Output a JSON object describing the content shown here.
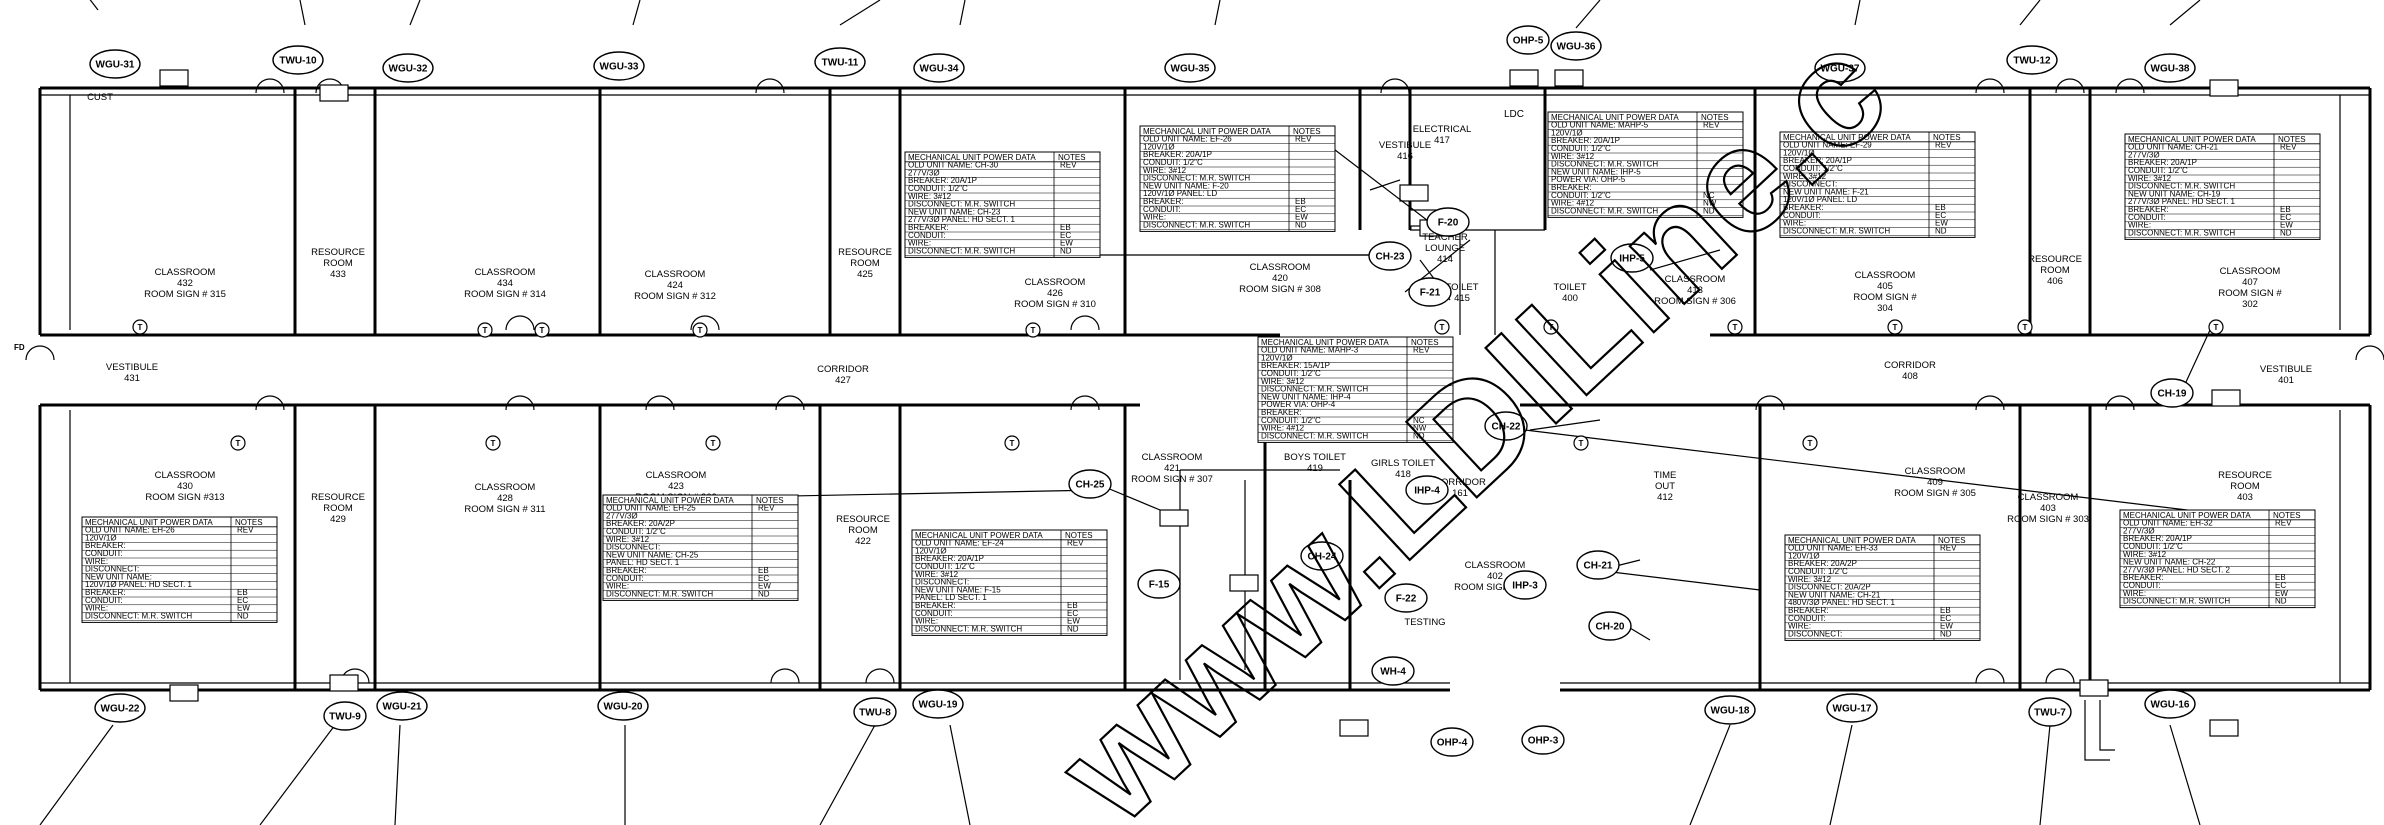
{
  "tags": [
    {
      "id": "WGU-31",
      "label": "WGU-31"
    },
    {
      "id": "TWU-10",
      "label": "TWU-10"
    },
    {
      "id": "WGU-32",
      "label": "WGU-32"
    },
    {
      "id": "WGU-33",
      "label": "WGU-33"
    },
    {
      "id": "TWU-11",
      "label": "TWU-11"
    },
    {
      "id": "WGU-34",
      "label": "WGU-34"
    },
    {
      "id": "WGU-35",
      "label": "WGU-35"
    },
    {
      "id": "OHP-5",
      "label": "OHP-5"
    },
    {
      "id": "WGU-36",
      "label": "WGU-36"
    },
    {
      "id": "WGU-37",
      "label": "WGU-37"
    },
    {
      "id": "TWU-12",
      "label": "TWU-12"
    },
    {
      "id": "WGU-38",
      "label": "WGU-38"
    },
    {
      "id": "WGU-22",
      "label": "WGU-22"
    },
    {
      "id": "TWU-9",
      "label": "TWU-9"
    },
    {
      "id": "WGU-21",
      "label": "WGU-21"
    },
    {
      "id": "WGU-20",
      "label": "WGU-20"
    },
    {
      "id": "TWU-8",
      "label": "TWU-8"
    },
    {
      "id": "WGU-19",
      "label": "WGU-19"
    },
    {
      "id": "WGU-18",
      "label": "WGU-18"
    },
    {
      "id": "WGU-17",
      "label": "WGU-17"
    },
    {
      "id": "TWU-7",
      "label": "TWU-7"
    },
    {
      "id": "WGU-16",
      "label": "WGU-16"
    },
    {
      "id": "CH-23",
      "label": "CH-23"
    },
    {
      "id": "F-20",
      "label": "F-20"
    },
    {
      "id": "F-21",
      "label": "F-21"
    },
    {
      "id": "IHP-5",
      "label": "IHP-5"
    },
    {
      "id": "CH-22",
      "label": "CH-22"
    },
    {
      "id": "IHP-4",
      "label": "IHP-4"
    },
    {
      "id": "CH-25",
      "label": "CH-25"
    },
    {
      "id": "CH-24",
      "label": "CH-24"
    },
    {
      "id": "F-15",
      "label": "F-15"
    },
    {
      "id": "F-22",
      "label": "F-22"
    },
    {
      "id": "IHP-3",
      "label": "IHP-3"
    },
    {
      "id": "CH-21",
      "label": "CH-21"
    },
    {
      "id": "CH-20",
      "label": "CH-20"
    },
    {
      "id": "WH-4",
      "label": "WH-4"
    },
    {
      "id": "OHP-4",
      "label": "OHP-4"
    },
    {
      "id": "OHP-3",
      "label": "OHP-3"
    },
    {
      "id": "CH-19",
      "label": "CH-19"
    }
  ],
  "rooms": [
    {
      "lines": [
        "CLASSROOM",
        "432",
        "ROOM SIGN # 315"
      ]
    },
    {
      "lines": [
        "RESOURCE",
        "ROOM",
        "433"
      ]
    },
    {
      "lines": [
        "CLASSROOM",
        "434",
        "ROOM SIGN # 314"
      ]
    },
    {
      "lines": [
        "CLASSROOM",
        "424",
        "ROOM SIGN # 312"
      ]
    },
    {
      "lines": [
        "RESOURCE",
        "ROOM",
        "425"
      ]
    },
    {
      "lines": [
        "CLASSROOM",
        "426",
        "ROOM SIGN # 310"
      ]
    },
    {
      "lines": [
        "CLASSROOM",
        "420",
        "ROOM SIGN # 308"
      ]
    },
    {
      "lines": [
        "VESTIBULE",
        "416"
      ]
    },
    {
      "lines": [
        "ELECTRICAL",
        "417"
      ]
    },
    {
      "lines": [
        "TEACHER",
        "LOUNGE",
        "414"
      ]
    },
    {
      "lines": [
        "TOILET",
        "415"
      ]
    },
    {
      "lines": [
        "TOILET",
        "400"
      ]
    },
    {
      "lines": [
        "CLASSROOM",
        "413",
        "ROOM SIGN # 306"
      ]
    },
    {
      "lines": [
        "CLASSROOM",
        "405",
        "ROOM SIGN #",
        "304"
      ]
    },
    {
      "lines": [
        "RESOURCE",
        "ROOM",
        "406"
      ]
    },
    {
      "lines": [
        "CLASSROOM",
        "407",
        "ROOM SIGN #",
        "302"
      ]
    },
    {
      "lines": [
        "VESTIBULE",
        "431"
      ]
    },
    {
      "lines": [
        "CORRIDOR",
        "427"
      ]
    },
    {
      "lines": [
        "CORRIDOR",
        "408"
      ]
    },
    {
      "lines": [
        "VESTIBULE",
        "401"
      ]
    },
    {
      "lines": [
        "CLASSROOM",
        "430",
        "ROOM SIGN #313"
      ]
    },
    {
      "lines": [
        "RESOURCE",
        "ROOM",
        "429"
      ]
    },
    {
      "lines": [
        "CLASSROOM",
        "428",
        "ROOM SIGN # 311"
      ]
    },
    {
      "lines": [
        "CLASSROOM",
        "423",
        "ROOM SIGN # 309"
      ]
    },
    {
      "lines": [
        "RESOURCE",
        "ROOM",
        "422"
      ]
    },
    {
      "lines": [
        "CLASSROOM",
        "421",
        "ROOM SIGN # 307"
      ]
    },
    {
      "lines": [
        "BOYS TOILET",
        "419"
      ]
    },
    {
      "lines": [
        "GIRLS TOILET",
        "418"
      ]
    },
    {
      "lines": [
        "CORRIDOR",
        "161"
      ]
    },
    {
      "lines": [
        "TIME",
        "OUT",
        "412"
      ]
    },
    {
      "lines": [
        "CLASSROOM",
        "409",
        "ROOM SIGN # 305"
      ]
    },
    {
      "lines": [
        "CLASSROOM",
        "403",
        "ROOM SIGN # 303"
      ]
    },
    {
      "lines": [
        "RESOURCE",
        "ROOM",
        "403"
      ]
    },
    {
      "lines": [
        "CLASSROOM",
        "402",
        "ROOM SIGN # 301"
      ]
    },
    {
      "lines": [
        "TESTING"
      ]
    },
    {
      "lines": [
        "CUST"
      ]
    }
  ],
  "schedules": [
    {
      "title": "MECHANICAL UNIT POWER DATA",
      "notes": "NOTES",
      "rows": [
        [
          "OLD UNIT NAME: CH-30",
          "REV"
        ],
        [
          "277V/3Ø",
          ""
        ],
        [
          "BREAKER: 20A/1P",
          ""
        ],
        [
          "CONDUIT: 1/2\"C",
          ""
        ],
        [
          "WIRE: 3#12",
          ""
        ],
        [
          "DISCONNECT: M.R. SWITCH",
          ""
        ],
        [
          "NEW UNIT NAME: CH-23",
          ""
        ],
        [
          "277V/3Ø PANEL: HD SECT. 1",
          ""
        ],
        [
          "BREAKER:",
          "EB"
        ],
        [
          "CONDUIT:",
          "EC"
        ],
        [
          "WIRE:",
          "EW"
        ],
        [
          "DISCONNECT: M.R. SWITCH",
          "ND"
        ]
      ]
    },
    {
      "title": "MECHANICAL UNIT POWER DATA",
      "notes": "NOTES",
      "rows": [
        [
          "OLD UNIT NAME: EF-26",
          "REV"
        ],
        [
          "120V/1Ø",
          ""
        ],
        [
          "BREAKER: 20A/1P",
          ""
        ],
        [
          "CONDUIT: 1/2\"C",
          ""
        ],
        [
          "WIRE: 3#12",
          ""
        ],
        [
          "DISCONNECT: M.R. SWITCH",
          ""
        ],
        [
          "NEW UNIT NAME: F-20",
          ""
        ],
        [
          "120V/1Ø PANEL: LD",
          ""
        ],
        [
          "BREAKER:",
          "EB"
        ],
        [
          "CONDUIT:",
          "EC"
        ],
        [
          "WIRE:",
          "EW"
        ],
        [
          "DISCONNECT: M.R. SWITCH",
          "ND"
        ]
      ]
    },
    {
      "title": "MECHANICAL UNIT POWER DATA",
      "notes": "NOTES",
      "rows": [
        [
          "OLD UNIT NAME: MAHP-5",
          "REV"
        ],
        [
          "120V/1Ø",
          ""
        ],
        [
          "BREAKER: 20A/1P",
          ""
        ],
        [
          "CONDUIT: 1/2\"C",
          ""
        ],
        [
          "WIRE: 3#12",
          ""
        ],
        [
          "DISCONNECT: M.R. SWITCH",
          ""
        ],
        [
          "NEW UNIT NAME: IHP-5",
          ""
        ],
        [
          "POWER VIA: OHP-5",
          ""
        ],
        [
          "BREAKER:",
          ""
        ],
        [
          "CONDUIT: 1/2\"C",
          "NC"
        ],
        [
          "WIRE: 4#12",
          "NW"
        ],
        [
          "DISCONNECT: M.R. SWITCH",
          "ND"
        ]
      ]
    },
    {
      "title": "MECHANICAL UNIT POWER DATA",
      "notes": "NOTES",
      "rows": [
        [
          "OLD UNIT NAME: EF-29",
          "REV"
        ],
        [
          "120V/1Ø",
          ""
        ],
        [
          "BREAKER: 20A/1P",
          ""
        ],
        [
          "CONDUIT: 1/2\"C",
          ""
        ],
        [
          "WIRE: 3#12",
          ""
        ],
        [
          "DISCONNECT:",
          ""
        ],
        [
          "NEW UNIT NAME: F-21",
          ""
        ],
        [
          "120V/1Ø PANEL: LD",
          ""
        ],
        [
          "BREAKER:",
          "EB"
        ],
        [
          "CONDUIT:",
          "EC"
        ],
        [
          "WIRE:",
          "EW"
        ],
        [
          "DISCONNECT: M.R. SWITCH",
          "ND"
        ]
      ]
    },
    {
      "title": "MECHANICAL UNIT POWER DATA",
      "notes": "NOTES",
      "rows": [
        [
          "OLD UNIT NAME: CH-21",
          "REV"
        ],
        [
          "277V/3Ø",
          ""
        ],
        [
          "BREAKER: 20A/1P",
          ""
        ],
        [
          "CONDUIT: 1/2\"C",
          ""
        ],
        [
          "WIRE: 3#12",
          ""
        ],
        [
          "DISCONNECT: M.R. SWITCH",
          ""
        ],
        [
          "NEW UNIT NAME: CH-19",
          ""
        ],
        [
          "277V/3Ø PANEL: HD SECT. 1",
          ""
        ],
        [
          "BREAKER:",
          "EB"
        ],
        [
          "CONDUIT:",
          "EC"
        ],
        [
          "WIRE:",
          "EW"
        ],
        [
          "DISCONNECT: M.R. SWITCH",
          "ND"
        ]
      ]
    },
    {
      "title": "MECHANICAL UNIT POWER DATA",
      "notes": "NOTES",
      "rows": [
        [
          "OLD UNIT NAME: MAHP-3",
          "REV"
        ],
        [
          "120V/1Ø",
          ""
        ],
        [
          "BREAKER: 15A/1P",
          ""
        ],
        [
          "CONDUIT: 1/2\"C",
          ""
        ],
        [
          "WIRE: 3#12",
          ""
        ],
        [
          "DISCONNECT: M.R. SWITCH",
          ""
        ],
        [
          "NEW UNIT NAME: IHP-4",
          ""
        ],
        [
          "POWER VIA: OHP-4",
          ""
        ],
        [
          "BREAKER:",
          ""
        ],
        [
          "CONDUIT: 1/2\"C",
          "NC"
        ],
        [
          "WIRE: 4#12",
          "NW"
        ],
        [
          "DISCONNECT: M.R. SWITCH",
          "ND"
        ]
      ]
    },
    {
      "title": "MECHANICAL UNIT POWER DATA",
      "notes": "NOTES",
      "rows": [
        [
          "OLD UNIT NAME: EH-26",
          "REV"
        ],
        [
          "120V/1Ø",
          ""
        ],
        [
          "BREAKER:",
          ""
        ],
        [
          "CONDUIT:",
          ""
        ],
        [
          "WIRE:",
          ""
        ],
        [
          "DISCONNECT:",
          ""
        ],
        [
          "NEW UNIT NAME:",
          ""
        ],
        [
          "120V/1Ø PANEL: HD SECT. 1",
          ""
        ],
        [
          "BREAKER:",
          "EB"
        ],
        [
          "CONDUIT:",
          "EC"
        ],
        [
          "WIRE:",
          "EW"
        ],
        [
          "DISCONNECT: M.R. SWITCH",
          "ND"
        ]
      ]
    },
    {
      "title": "MECHANICAL UNIT POWER DATA",
      "notes": "NOTES",
      "rows": [
        [
          "OLD UNIT NAME: EH-25",
          "REV"
        ],
        [
          "277V/3Ø",
          ""
        ],
        [
          "BREAKER: 20A/2P",
          ""
        ],
        [
          "CONDUIT: 1/2\"C",
          ""
        ],
        [
          "WIRE: 3#12",
          ""
        ],
        [
          "DISCONNECT:",
          ""
        ],
        [
          "NEW UNIT NAME: CH-25",
          ""
        ],
        [
          "PANEL: HD SECT. 1",
          ""
        ],
        [
          "BREAKER:",
          "EB"
        ],
        [
          "CONDUIT:",
          "EC"
        ],
        [
          "WIRE:",
          "EW"
        ],
        [
          "DISCONNECT: M.R. SWITCH",
          "ND"
        ]
      ]
    },
    {
      "title": "MECHANICAL UNIT POWER DATA",
      "notes": "NOTES",
      "rows": [
        [
          "OLD UNIT NAME: EF-24",
          "REV"
        ],
        [
          "120V/1Ø",
          ""
        ],
        [
          "BREAKER: 20A/1P",
          ""
        ],
        [
          "CONDUIT: 1/2\"C",
          ""
        ],
        [
          "WIRE: 3#12",
          ""
        ],
        [
          "DISCONNECT:",
          ""
        ],
        [
          "NEW UNIT NAME: F-15",
          ""
        ],
        [
          "PANEL: LD SECT. 1",
          ""
        ],
        [
          "BREAKER:",
          "EB"
        ],
        [
          "CONDUIT:",
          "EC"
        ],
        [
          "WIRE:",
          "EW"
        ],
        [
          "DISCONNECT: M.R. SWITCH",
          "ND"
        ]
      ]
    },
    {
      "title": "MECHANICAL UNIT POWER DATA",
      "notes": "NOTES",
      "rows": [
        [
          "OLD UNIT NAME: EH-33",
          "REV"
        ],
        [
          "120V/1Ø",
          ""
        ],
        [
          "BREAKER: 20A/2P",
          ""
        ],
        [
          "CONDUIT: 1/2\"C",
          ""
        ],
        [
          "WIRE: 3#12",
          ""
        ],
        [
          "DISCONNECT: 20A/2P",
          ""
        ],
        [
          "NEW UNIT NAME: CH-21",
          ""
        ],
        [
          "480V/3Ø PANEL: HD SECT. 1",
          ""
        ],
        [
          "BREAKER:",
          "EB"
        ],
        [
          "CONDUIT:",
          "EC"
        ],
        [
          "WIRE:",
          "EW"
        ],
        [
          "DISCONNECT:",
          "ND"
        ]
      ]
    },
    {
      "title": "MECHANICAL UNIT POWER DATA",
      "notes": "NOTES",
      "rows": [
        [
          "OLD UNIT NAME: EH-32",
          "REV"
        ],
        [
          "277V/3Ø",
          ""
        ],
        [
          "BREAKER: 20A/1P",
          ""
        ],
        [
          "CONDUIT: 1/2\"C",
          ""
        ],
        [
          "WIRE: 3#12",
          ""
        ],
        [
          "NEW UNIT NAME: CH-22",
          ""
        ],
        [
          "277V/3Ø PANEL: HD SECT. 2",
          ""
        ],
        [
          "BREAKER:",
          "EB"
        ],
        [
          "CONDUIT:",
          "EC"
        ],
        [
          "WIRE:",
          "EW"
        ],
        [
          "DISCONNECT: M.R. SWITCH",
          "ND"
        ]
      ]
    }
  ],
  "misc": {
    "ldc": "LDC",
    "fd": "FD",
    "watermark": "www.LDILine.c"
  },
  "thermostat": "T"
}
